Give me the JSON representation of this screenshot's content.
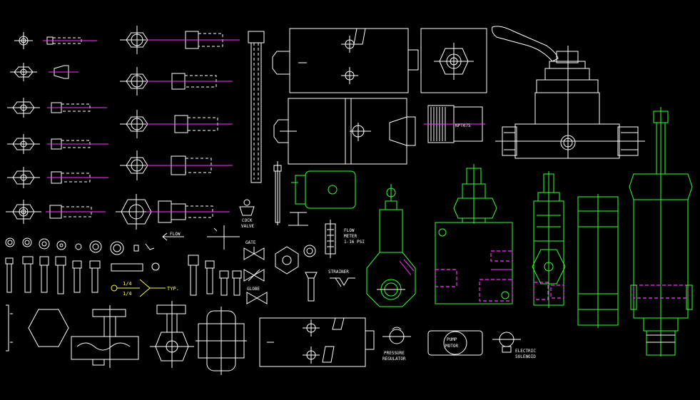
{
  "labels": {
    "flow": "FLOW",
    "cock_valve_1": "COCK",
    "cock_valve_2": "VALVE",
    "gate": "GATE",
    "globe": "GLOBE",
    "flow_meter_1": "FLOW",
    "flow_meter_2": "METER",
    "flow_meter_3": "1-16 PSI",
    "strainer": "STRAINER",
    "thread_1": "1/4",
    "thread_2": "1/4",
    "typ": "TYP.",
    "npt": "NPT075",
    "pressure_regulator_1": "PRESSURE",
    "pressure_regulator_2": "REGULATOR",
    "pump_motor_1": "PUMP",
    "pump_motor_2": "MOTOR",
    "electric_solenoid_1": "ELECTRIC",
    "electric_solenoid_2": "SOLENOID"
  },
  "colors": {
    "background": "#000000",
    "line_white": "#ffffff",
    "line_green": "#33ff33",
    "line_magenta": "#ff33ff",
    "line_yellow": "#ffff33"
  }
}
